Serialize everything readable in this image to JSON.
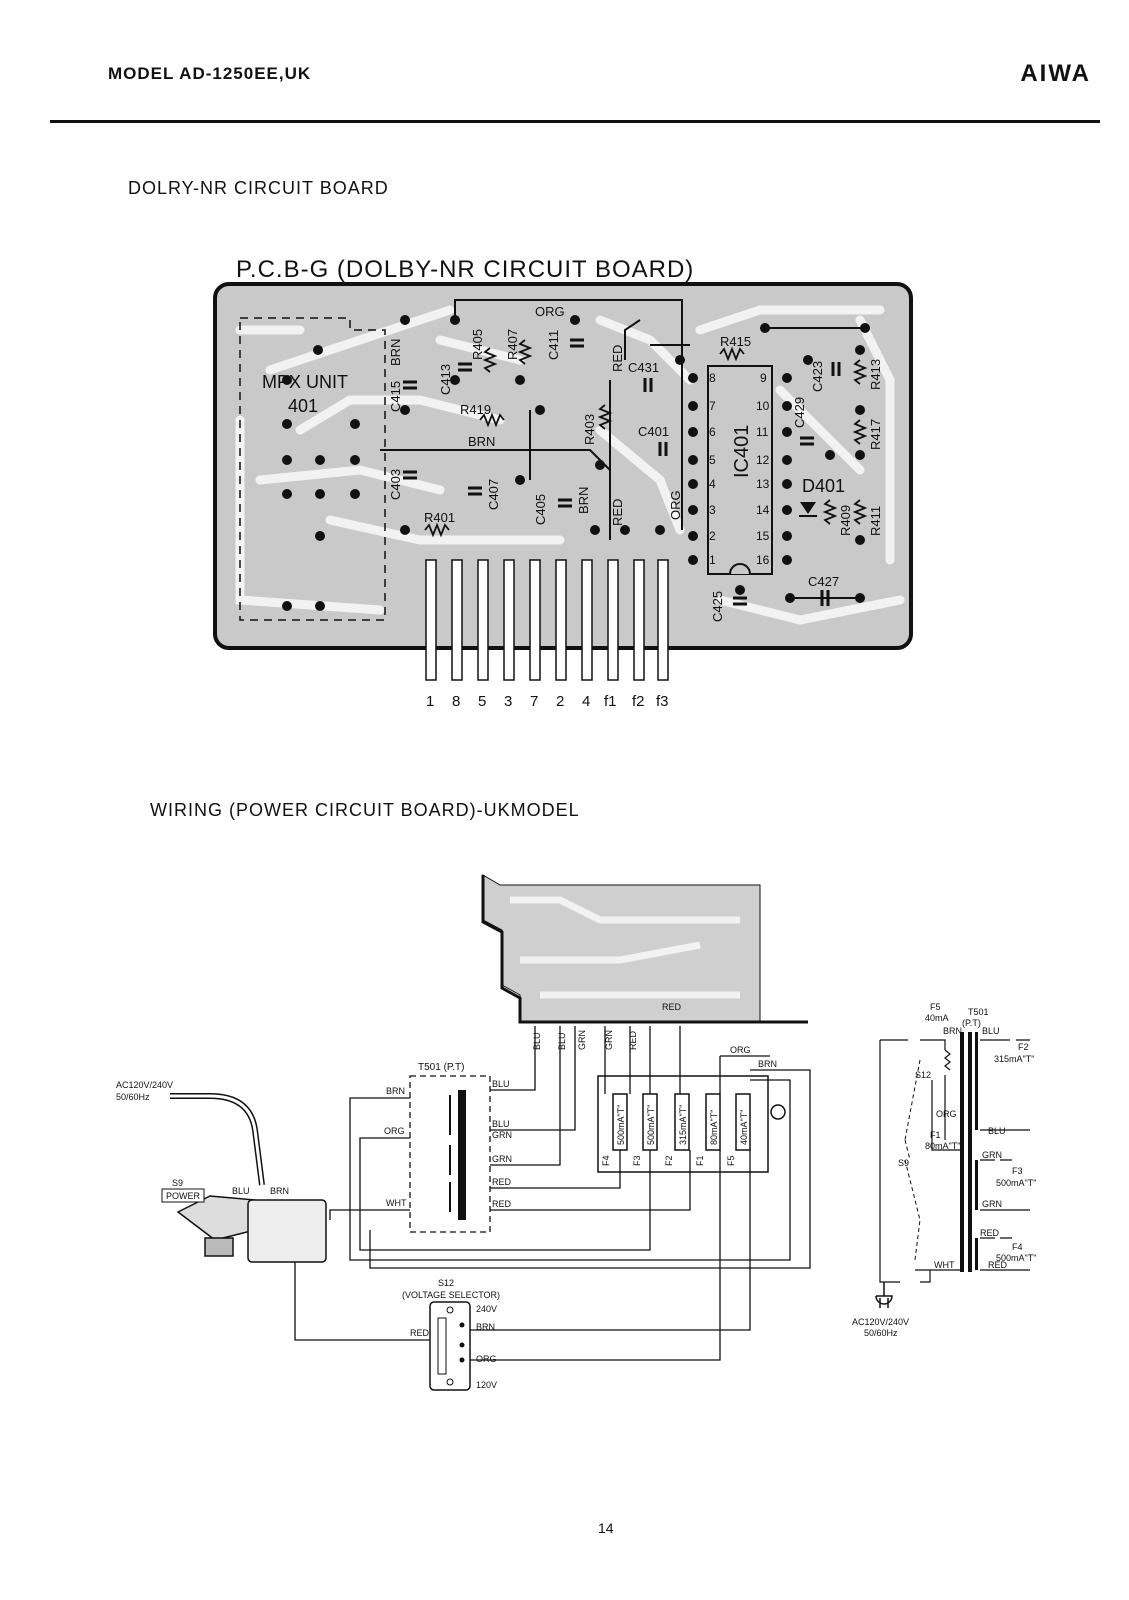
{
  "header": {
    "model": "MODEL AD-1250EE,UK",
    "brand": "AIWA"
  },
  "section1": {
    "title": "DOLRY-NR CIRCUIT BOARD",
    "pcb_title": "P.C.B-G (DOLBY-NR CIRCUIT BOARD)",
    "mpx_unit": "MPX UNIT",
    "mpx_num": "401",
    "ic": "IC401",
    "diode": "D401",
    "components": [
      "R415",
      "R405",
      "R407",
      "C411",
      "C413",
      "C415",
      "R419",
      "R403",
      "C431",
      "C401",
      "C423",
      "C429",
      "R413",
      "R417",
      "C403",
      "C407",
      "C405",
      "R401",
      "R409",
      "R411",
      "C425",
      "C427"
    ],
    "wire_colors": [
      "BRN",
      "ORG",
      "RED",
      "BRN",
      "BRN",
      "RED",
      "ORG"
    ],
    "ic_pins_left": [
      "8",
      "7",
      "6",
      "5",
      "4",
      "3",
      "2",
      "1"
    ],
    "ic_pins_right": [
      "9",
      "10",
      "11",
      "12",
      "13",
      "14",
      "15",
      "16"
    ],
    "edge_pins": [
      "1",
      "8",
      "5",
      "3",
      "7",
      "2",
      "4",
      "f1",
      "f2",
      "f3"
    ]
  },
  "section2": {
    "title": "WIRING (POWER CIRCUIT BOARD)-UKMODEL",
    "ac_input": [
      "AC120V/240V",
      "50/60Hz"
    ],
    "switch_s9": "S9",
    "power": "POWER",
    "transformer": "T501 (P.T)",
    "fuses": [
      "500mA\"T\"",
      "500mA\"T\"",
      "315mA\"T\"",
      "80mA\"T\"",
      "40mA\"T\""
    ],
    "fuse_ids": [
      "F4",
      "F3",
      "F2",
      "F1",
      "F5"
    ],
    "voltage_selector": [
      "S12",
      "(VOLTAGE SELECTOR)"
    ],
    "v240": "240V",
    "v120": "120V",
    "wires": [
      "BLU",
      "GRN",
      "RED",
      "BRN",
      "ORG",
      "WHT"
    ]
  },
  "schematic": {
    "f5": "F5",
    "f5_val": "40mA",
    "t501": "T501",
    "pt": "(P.T)",
    "f2_val": "315mA\"T\"",
    "f1_val": "80mA\"T\"",
    "f3_val": "500mA\"T\"",
    "f4_val": "500mA\"T\"",
    "s12": "S12",
    "s9": "S9",
    "ac": [
      "AC120V/240V",
      "50/60Hz"
    ]
  },
  "page_number": "14"
}
